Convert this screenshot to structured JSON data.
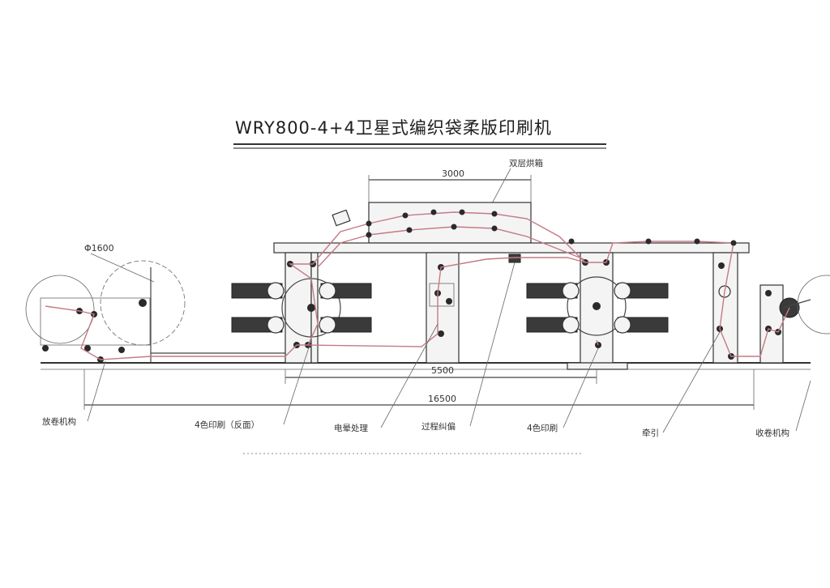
{
  "title": "WRY800-4+4卫星式编织袋柔版印刷机",
  "dimensions": {
    "top_width": "3000",
    "unwind_diameter": "Φ1600",
    "middle_length": "5500",
    "total_length": "16500"
  },
  "callouts": {
    "double_drying": "双层烘箱",
    "unwind": "放卷机构",
    "print_back": "4色印刷（反面）",
    "corona": "电晕处理",
    "web_guide": "过程纠偏",
    "print_front": "4色印刷",
    "traction": "牵引",
    "rewind": "收卷机构"
  },
  "colors": {
    "web_path": "#c47a86",
    "lines": "#444444"
  }
}
